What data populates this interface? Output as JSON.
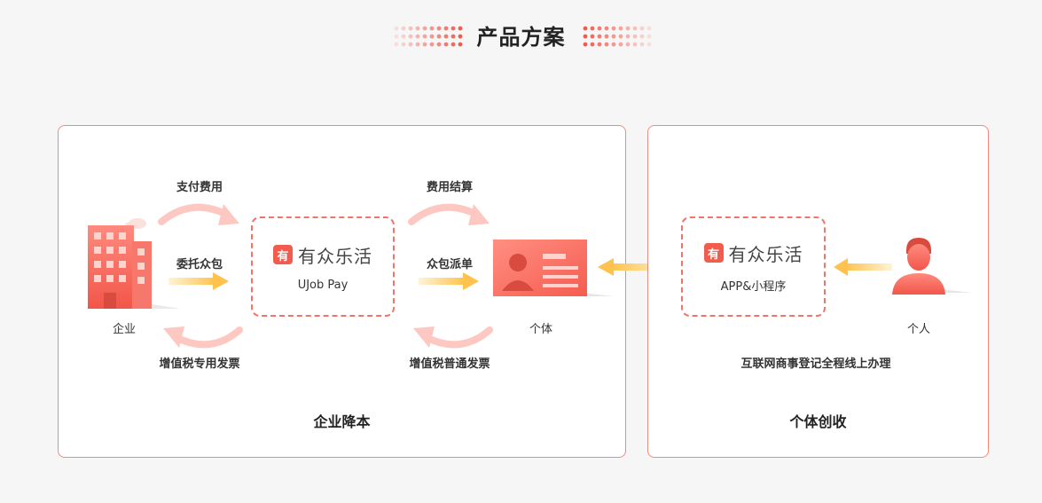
{
  "header": {
    "title": "产品方案"
  },
  "left_panel": {
    "caption": "企业降本",
    "enterprise_label": "企业",
    "pay_fee": "支付费用",
    "entrust": "委托众包",
    "vat_special": "增值税专用发票",
    "platform": {
      "brand": "有众乐活",
      "logo_char": "有",
      "sub": "UJob Pay"
    },
    "fee_settle": "费用结算",
    "crowd_dispatch": "众包派单",
    "vat_normal": "增值税普通发票",
    "individual_label": "个体"
  },
  "right_panel": {
    "caption": "个体创收",
    "app": {
      "brand": "有众乐活",
      "logo_char": "有",
      "sub": "APP&小程序"
    },
    "person_label": "个人",
    "online_text": "互联网商事登记全程线上办理"
  },
  "colors": {
    "accent": "#f25c4f",
    "border": "#f08a80",
    "arrow_yellow": "#ffc34d"
  }
}
